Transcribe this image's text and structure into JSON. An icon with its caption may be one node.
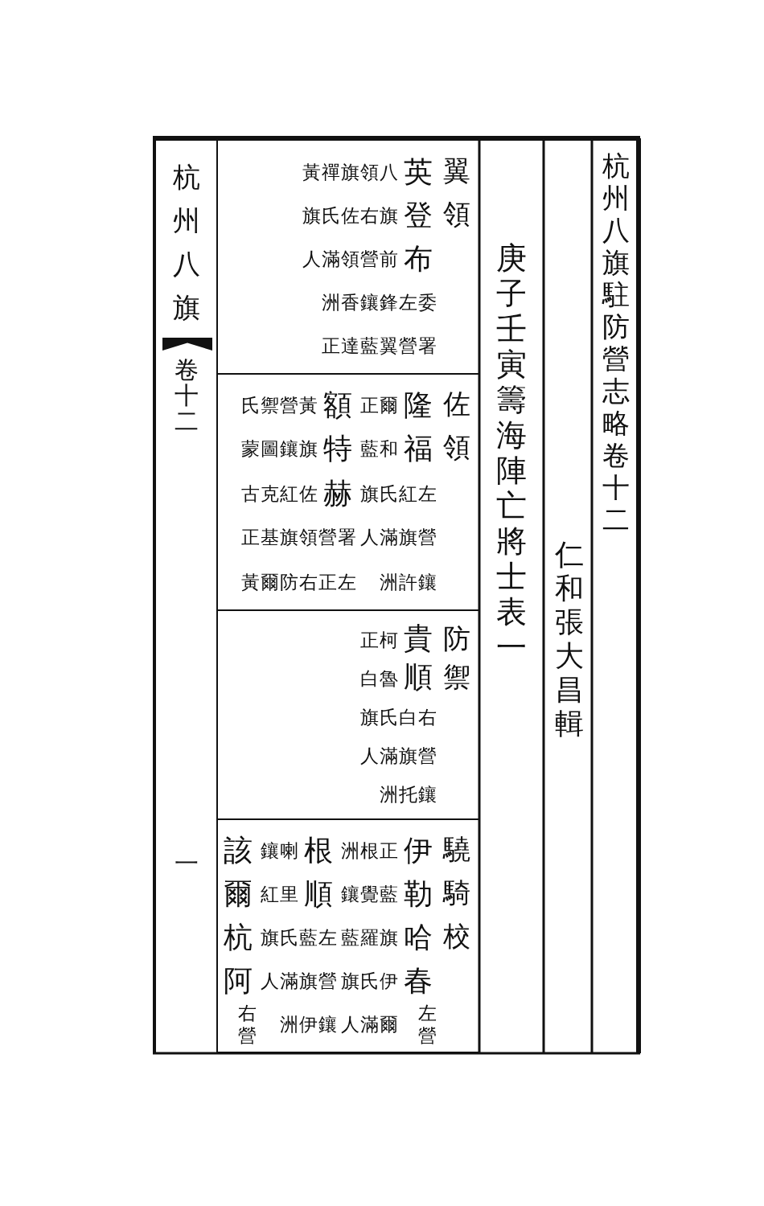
{
  "diagram": {
    "title": "杭州八旗駐防營志略卷十二",
    "nodes": [
      {
        "text": [
          "翼領"
        ]
      },
      {
        "text": [
          "英登布",
          "委署",
          "左營",
          "八旗前鋒翼",
          "領右營鑲藍",
          "旗佐領香達",
          "禪氏滿洲正",
          "黃旗人"
        ],
        "in": 0
      },
      {
        "text": [
          "佐領"
        ]
      },
      {
        "text": [
          "隆福",
          "左營鑲",
          "紅旗許",
          "爾和氏滿洲",
          "正藍旗人"
        ],
        "in": 2
      },
      {
        "text": [
          "額特赫",
          "署左",
          "營正",
          "黃旗佐領右",
          "營鑲紅旗防",
          "禦圖克基爾",
          "氏蒙古正黃"
        ],
        "in": 2
      },
      {
        "text": [
          "防禦"
        ]
      },
      {
        "text": [
          "貴順",
          "右營鑲",
          "白旗托",
          "柯魯氏滿洲",
          "正白旗人"
        ],
        "in": 5
      },
      {
        "text": [
          "驍騎校"
        ]
      },
      {
        "text": [
          "伊勒哈春",
          "左營",
          "正藍旗伊爾",
          "根覺羅氏滿",
          "洲鑲藍旗人"
        ],
        "in": 7
      },
      {
        "text": [
          "根順",
          "左營鑲",
          "藍旗伊",
          "喇里氏滿洲",
          "鑲紅旗人"
        ],
        "in": 7
      },
      {
        "text": [
          "該爾杭阿",
          "右營"
        ],
        "in": 7
      }
    ],
    "labels": [
      "仁和張大昌輯",
      "庚子壬寅籌海陣亡將士表一",
      "杭州八旗",
      "卷十二",
      "一"
    ]
  }
}
